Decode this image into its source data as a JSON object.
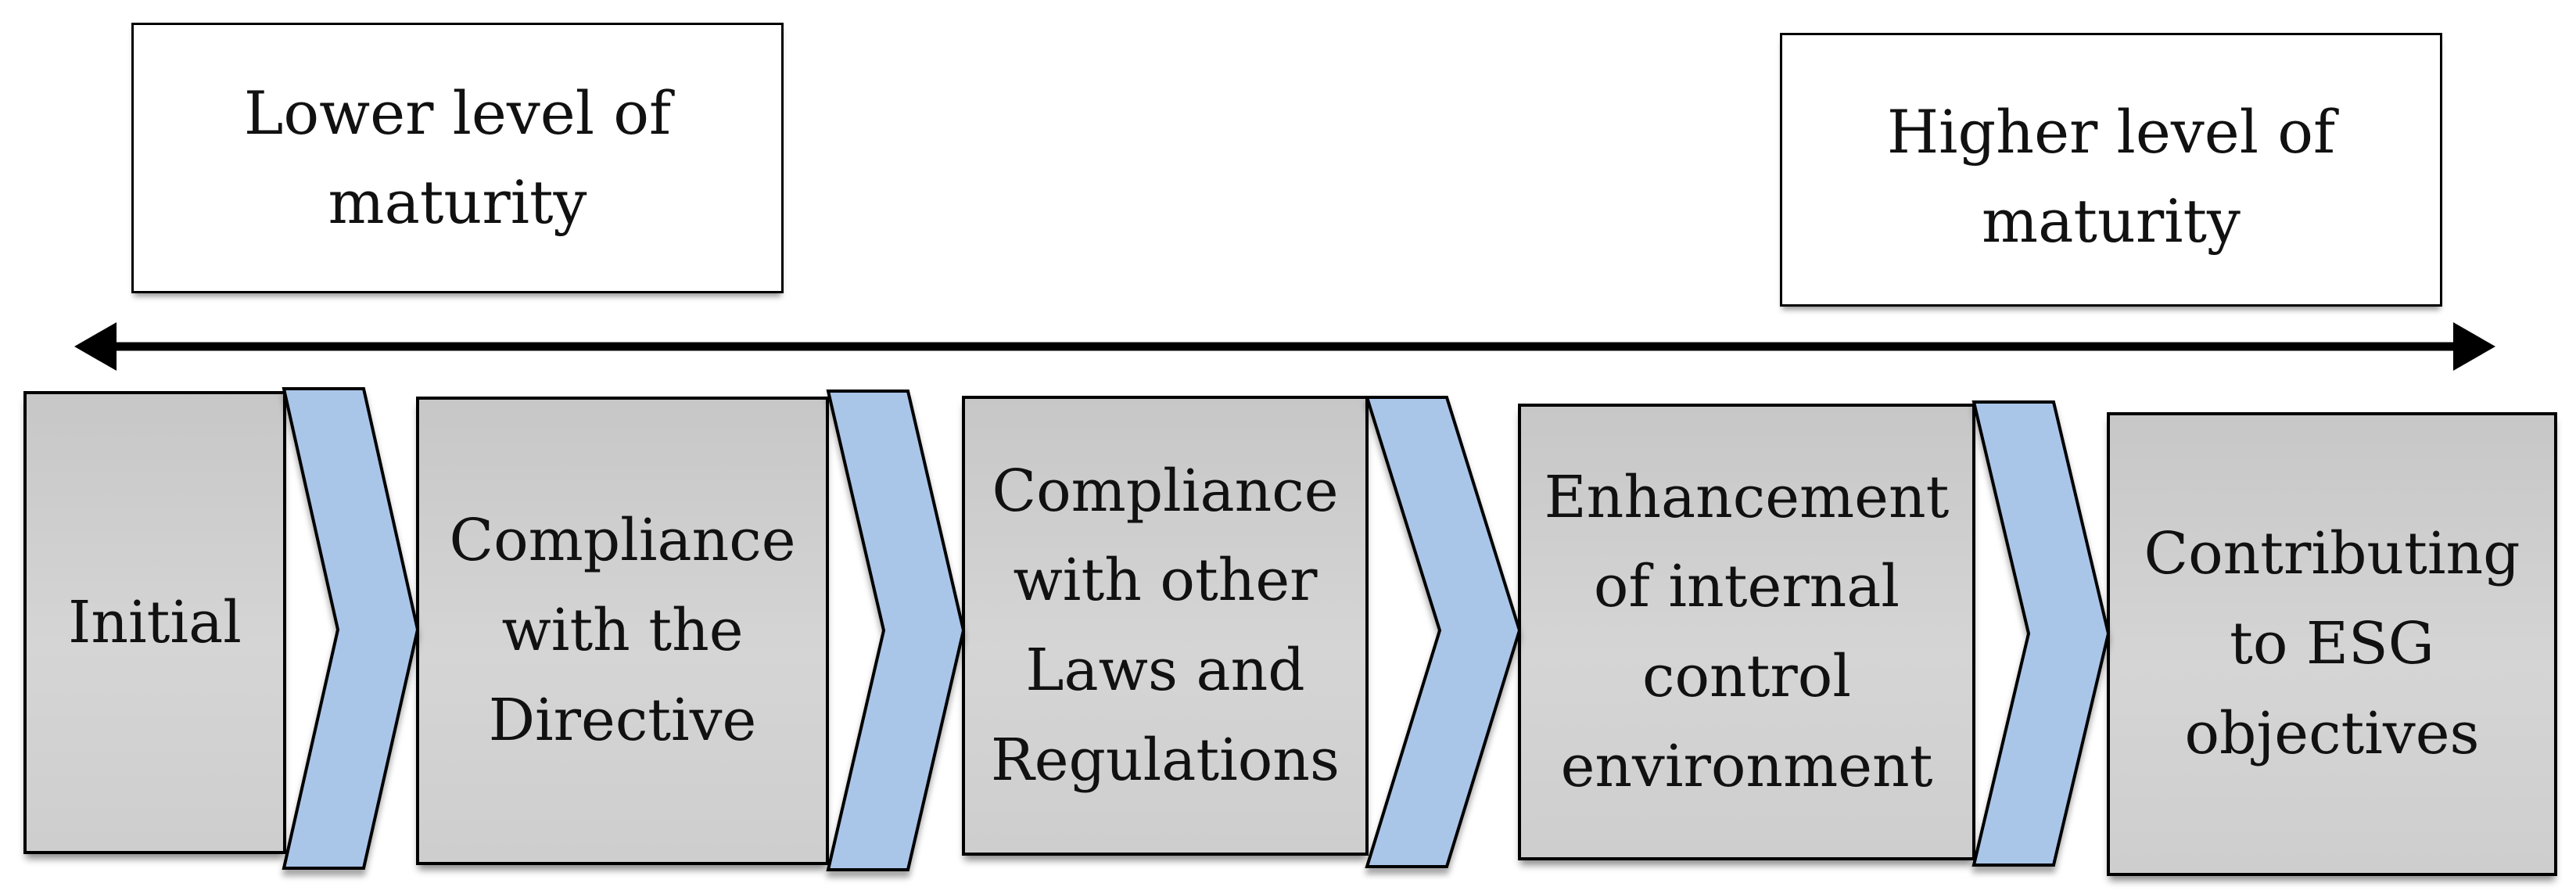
{
  "figure": {
    "scale": {
      "low_label": "Lower level of\nmaturity",
      "high_label": "Higher level of\nmaturity"
    },
    "stages": [
      {
        "label": "Initial"
      },
      {
        "label": "Compliance\nwith the\nDirective"
      },
      {
        "label": "Compliance\nwith other\nLaws and\nRegulations"
      },
      {
        "label": "Enhancement\nof internal\ncontrol\nenvironment"
      },
      {
        "label": "Contributing\nto ESG\nobjectives"
      }
    ],
    "colors": {
      "chevron_fill": "#a9c5e8",
      "outline": "#000000",
      "stage_fill_top": "#c7c7c7",
      "stage_fill_mid": "#d5d5d5",
      "stage_fill_bottom": "#cecece",
      "label_box_fill": "#ffffff",
      "arrow": "#000000",
      "text": "#111111"
    }
  }
}
